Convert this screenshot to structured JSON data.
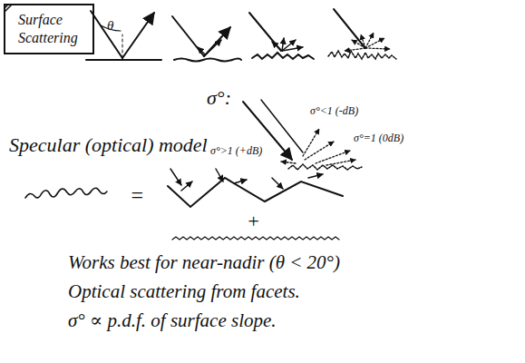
{
  "diagram": {
    "nodes": [
      {
        "text": [
          "Surface Scattering"
        ]
      }
    ],
    "labels": [
      "θ",
      "σ°:",
      "σ°<1 (-dB)",
      "σ°=1 (0dB)",
      "σ°>1 (+dB)",
      "Specular (optical) model",
      "=",
      "+",
      "Works best for near-nadir (θ < 20°)",
      "Optical scattering from facets.",
      "σ° ∝ p.d.f. of surface slope."
    ]
  }
}
